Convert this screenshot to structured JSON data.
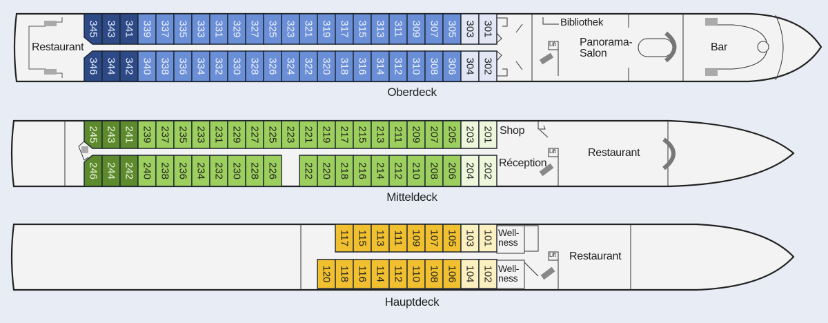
{
  "title": "Deck Plan",
  "colors": {
    "background": "#e8edf5",
    "hull_fill": "#f3f3f3",
    "hull_stroke": "#222222",
    "ober_dark": "#2d4a86",
    "ober_medium": "#6b8fd6",
    "ober_light": "#e3e6f4",
    "mittel_dark": "#5d8a2c",
    "mittel_medium": "#9ccf5d",
    "mittel_light": "#eef6dc",
    "haupt_medium": "#f0c030",
    "haupt_light": "#fbf0c0"
  },
  "decks": [
    {
      "name": "Oberdeck",
      "rooms": {
        "restaurant": "Restaurant",
        "bibliothek": "Bibliothek",
        "panorama": "Panorama-",
        "salon": "Salon",
        "bar": "Bar",
        "lift": "Lift"
      },
      "cabins_top": [
        {
          "no": "345",
          "cat": "dark"
        },
        {
          "no": "343",
          "cat": "dark"
        },
        {
          "no": "341",
          "cat": "dark"
        },
        {
          "no": "339",
          "cat": "medium"
        },
        {
          "no": "337",
          "cat": "medium"
        },
        {
          "no": "335",
          "cat": "medium"
        },
        {
          "no": "333",
          "cat": "medium"
        },
        {
          "no": "331",
          "cat": "medium"
        },
        {
          "no": "329",
          "cat": "medium"
        },
        {
          "no": "327",
          "cat": "medium"
        },
        {
          "no": "325",
          "cat": "medium"
        },
        {
          "no": "323",
          "cat": "medium"
        },
        {
          "no": "321",
          "cat": "medium"
        },
        {
          "no": "319",
          "cat": "medium"
        },
        {
          "no": "317",
          "cat": "medium"
        },
        {
          "no": "315",
          "cat": "medium"
        },
        {
          "no": "313",
          "cat": "medium"
        },
        {
          "no": "311",
          "cat": "medium"
        },
        {
          "no": "309",
          "cat": "medium"
        },
        {
          "no": "307",
          "cat": "medium"
        },
        {
          "no": "305",
          "cat": "medium"
        },
        {
          "no": "303",
          "cat": "light"
        },
        {
          "no": "301",
          "cat": "light"
        }
      ],
      "cabins_bottom": [
        {
          "no": "346",
          "cat": "dark"
        },
        {
          "no": "344",
          "cat": "dark"
        },
        {
          "no": "342",
          "cat": "dark"
        },
        {
          "no": "340",
          "cat": "medium"
        },
        {
          "no": "338",
          "cat": "medium"
        },
        {
          "no": "336",
          "cat": "medium"
        },
        {
          "no": "334",
          "cat": "medium"
        },
        {
          "no": "332",
          "cat": "medium"
        },
        {
          "no": "330",
          "cat": "medium"
        },
        {
          "no": "328",
          "cat": "medium"
        },
        {
          "no": "326",
          "cat": "medium"
        },
        {
          "no": "324",
          "cat": "medium"
        },
        {
          "no": "322",
          "cat": "medium"
        },
        {
          "no": "320",
          "cat": "medium"
        },
        {
          "no": "318",
          "cat": "medium"
        },
        {
          "no": "316",
          "cat": "medium"
        },
        {
          "no": "314",
          "cat": "medium"
        },
        {
          "no": "312",
          "cat": "medium"
        },
        {
          "no": "310",
          "cat": "medium"
        },
        {
          "no": "308",
          "cat": "medium"
        },
        {
          "no": "306",
          "cat": "medium"
        },
        {
          "no": "304",
          "cat": "light"
        },
        {
          "no": "302",
          "cat": "light"
        }
      ]
    },
    {
      "name": "Mitteldeck",
      "rooms": {
        "shop": "Shop",
        "reception": "Réception",
        "restaurant": "Restaurant",
        "lift": "Lift"
      },
      "cabins_top": [
        {
          "no": "245",
          "cat": "dark"
        },
        {
          "no": "243",
          "cat": "dark"
        },
        {
          "no": "241",
          "cat": "dark"
        },
        {
          "no": "239",
          "cat": "medium"
        },
        {
          "no": "237",
          "cat": "medium"
        },
        {
          "no": "235",
          "cat": "medium"
        },
        {
          "no": "233",
          "cat": "medium"
        },
        {
          "no": "231",
          "cat": "medium"
        },
        {
          "no": "229",
          "cat": "medium"
        },
        {
          "no": "227",
          "cat": "medium"
        },
        {
          "no": "225",
          "cat": "medium"
        },
        {
          "no": "223",
          "cat": "medium"
        },
        {
          "no": "221",
          "cat": "medium"
        },
        {
          "no": "219",
          "cat": "medium"
        },
        {
          "no": "217",
          "cat": "medium"
        },
        {
          "no": "215",
          "cat": "medium"
        },
        {
          "no": "213",
          "cat": "medium"
        },
        {
          "no": "211",
          "cat": "medium"
        },
        {
          "no": "209",
          "cat": "medium"
        },
        {
          "no": "207",
          "cat": "medium"
        },
        {
          "no": "205",
          "cat": "medium"
        },
        {
          "no": "203",
          "cat": "light"
        },
        {
          "no": "201",
          "cat": "light"
        }
      ],
      "cabins_bottom": [
        {
          "no": "246",
          "cat": "dark"
        },
        {
          "no": "244",
          "cat": "dark"
        },
        {
          "no": "242",
          "cat": "dark"
        },
        {
          "no": "240",
          "cat": "medium"
        },
        {
          "no": "238",
          "cat": "medium"
        },
        {
          "no": "236",
          "cat": "medium"
        },
        {
          "no": "234",
          "cat": "medium"
        },
        {
          "no": "232",
          "cat": "medium"
        },
        {
          "no": "230",
          "cat": "medium"
        },
        {
          "no": "228",
          "cat": "medium"
        },
        {
          "no": "226",
          "cat": "medium"
        },
        {
          "no": "",
          "cat": "gap"
        },
        {
          "no": "222",
          "cat": "medium"
        },
        {
          "no": "220",
          "cat": "medium"
        },
        {
          "no": "218",
          "cat": "medium"
        },
        {
          "no": "216",
          "cat": "medium"
        },
        {
          "no": "214",
          "cat": "medium"
        },
        {
          "no": "212",
          "cat": "medium"
        },
        {
          "no": "210",
          "cat": "medium"
        },
        {
          "no": "208",
          "cat": "medium"
        },
        {
          "no": "206",
          "cat": "medium"
        },
        {
          "no": "204",
          "cat": "light"
        },
        {
          "no": "202",
          "cat": "light"
        }
      ]
    },
    {
      "name": "Hauptdeck",
      "rooms": {
        "wellness_top_1": "Well-",
        "wellness_top_2": "ness",
        "wellness_bottom_1": "Well-",
        "wellness_bottom_2": "ness",
        "restaurant": "Restaurant",
        "lift": "Lift"
      },
      "cabins_top": [
        {
          "no": "117",
          "cat": "medium"
        },
        {
          "no": "115",
          "cat": "medium"
        },
        {
          "no": "113",
          "cat": "medium"
        },
        {
          "no": "111",
          "cat": "medium"
        },
        {
          "no": "109",
          "cat": "medium"
        },
        {
          "no": "107",
          "cat": "medium"
        },
        {
          "no": "105",
          "cat": "medium"
        },
        {
          "no": "103",
          "cat": "light"
        },
        {
          "no": "101",
          "cat": "light"
        }
      ],
      "cabins_bottom": [
        {
          "no": "120",
          "cat": "medium"
        },
        {
          "no": "118",
          "cat": "medium"
        },
        {
          "no": "116",
          "cat": "medium"
        },
        {
          "no": "114",
          "cat": "medium"
        },
        {
          "no": "112",
          "cat": "medium"
        },
        {
          "no": "110",
          "cat": "medium"
        },
        {
          "no": "108",
          "cat": "medium"
        },
        {
          "no": "106",
          "cat": "medium"
        },
        {
          "no": "104",
          "cat": "light"
        },
        {
          "no": "102",
          "cat": "light"
        }
      ]
    }
  ]
}
